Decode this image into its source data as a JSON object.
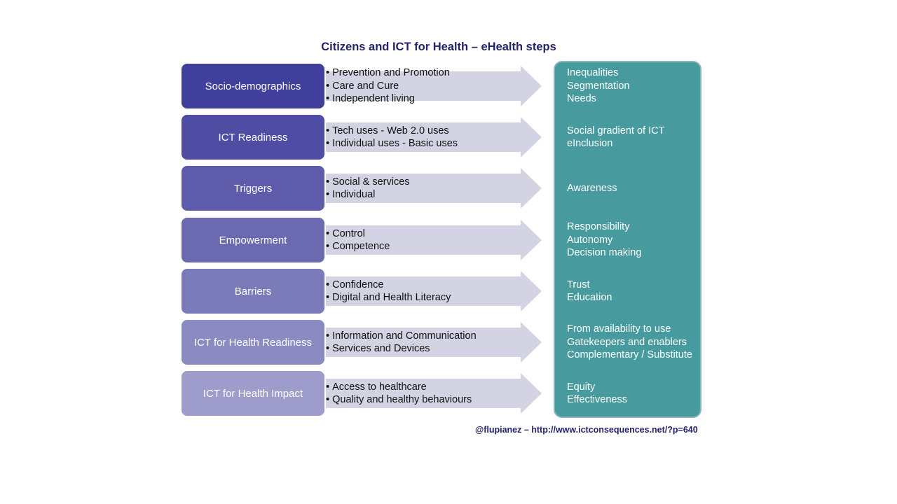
{
  "title": "Citizens and ICT for Health – eHealth steps",
  "colors": {
    "title_text": "#24236c",
    "arrow_fill": "#d3d3e3",
    "outcome_panel": "#479a9d",
    "category_boxes": [
      "#413f9c",
      "#4e4ca3",
      "#5d5baa",
      "#6b6ab1",
      "#7c7bb9",
      "#8b8ac1",
      "#9d9ccb"
    ]
  },
  "rows": [
    {
      "category": "Socio-demographics",
      "bullets": [
        "Prevention and Promotion",
        "Care and Cure",
        "Independent living"
      ],
      "outcomes": [
        "Inequalities",
        "Segmentation",
        "Needs"
      ]
    },
    {
      "category": "ICT Readiness",
      "bullets": [
        "Tech uses -  Web 2.0 uses",
        "Individual uses - Basic uses"
      ],
      "outcomes": [
        "Social gradient of ICT",
        "eInclusion"
      ]
    },
    {
      "category": "Triggers",
      "bullets": [
        "Social & services",
        "Individual"
      ],
      "outcomes": [
        "Awareness"
      ]
    },
    {
      "category": "Empowerment",
      "bullets": [
        "Control",
        "Competence"
      ],
      "outcomes": [
        "Responsibility",
        "Autonomy",
        "Decision making"
      ]
    },
    {
      "category": "Barriers",
      "bullets": [
        "Confidence",
        "Digital and Health  Literacy"
      ],
      "outcomes": [
        "Trust",
        "Education"
      ]
    },
    {
      "category": "ICT for Health  Readiness",
      "bullets": [
        "Information and Communication",
        "Services and Devices"
      ],
      "outcomes": [
        "From availability to use",
        "Gatekeepers and enablers",
        "Complementary / Substitute"
      ]
    },
    {
      "category": "ICT for Health  Impact",
      "bullets": [
        "Access to healthcare",
        "Quality and healthy behaviours"
      ],
      "outcomes": [
        "Equity",
        "Effectiveness"
      ]
    }
  ],
  "footer": "@flupianez – http://www.ictconsequences.net/?p=640"
}
